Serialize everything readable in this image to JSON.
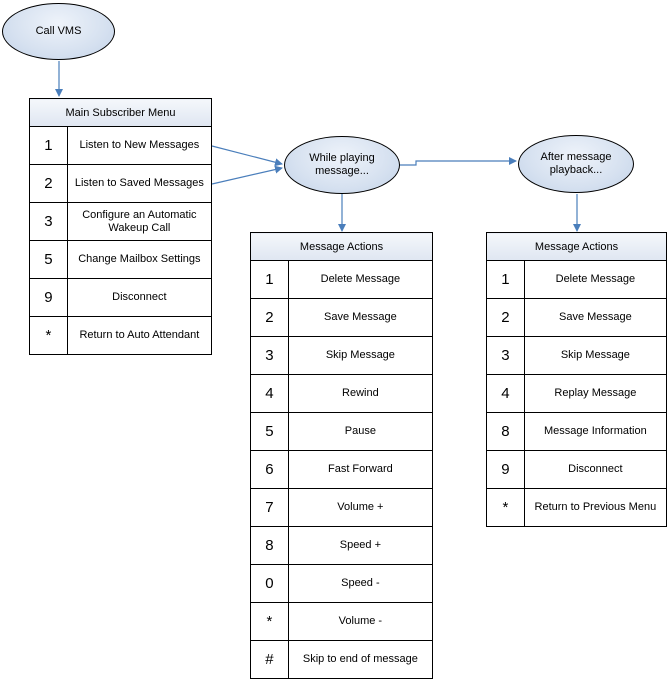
{
  "nodes": {
    "call_vms": "Call VMS",
    "while_playing": "While playing\nmessage...",
    "after_playback": "After message\nplayback..."
  },
  "main_menu": {
    "title": "Main Subscriber Menu",
    "rows": [
      {
        "key": "1",
        "label": "Listen to New Messages"
      },
      {
        "key": "2",
        "label": "Listen to Saved Messages"
      },
      {
        "key": "3",
        "label": "Configure an Automatic\nWakeup Call"
      },
      {
        "key": "5",
        "label": "Change Mailbox Settings"
      },
      {
        "key": "9",
        "label": "Disconnect"
      },
      {
        "key": "*",
        "label": "Return to Auto Attendant"
      }
    ]
  },
  "playing_actions": {
    "title": "Message Actions",
    "rows": [
      {
        "key": "1",
        "label": "Delete Message"
      },
      {
        "key": "2",
        "label": "Save Message"
      },
      {
        "key": "3",
        "label": "Skip Message"
      },
      {
        "key": "4",
        "label": "Rewind"
      },
      {
        "key": "5",
        "label": "Pause"
      },
      {
        "key": "6",
        "label": "Fast Forward"
      },
      {
        "key": "7",
        "label": "Volume +"
      },
      {
        "key": "8",
        "label": "Speed +"
      },
      {
        "key": "0",
        "label": "Speed -"
      },
      {
        "key": "*",
        "label": "Volume -"
      },
      {
        "key": "#",
        "label": "Skip to end of message"
      }
    ]
  },
  "after_actions": {
    "title": "Message Actions",
    "rows": [
      {
        "key": "1",
        "label": "Delete Message"
      },
      {
        "key": "2",
        "label": "Save Message"
      },
      {
        "key": "3",
        "label": "Skip Message"
      },
      {
        "key": "4",
        "label": "Replay Message"
      },
      {
        "key": "8",
        "label": "Message Information"
      },
      {
        "key": "9",
        "label": "Disconnect"
      },
      {
        "key": "*",
        "label": "Return to Previous Menu"
      }
    ]
  },
  "colors": {
    "connector": "#4a7ebb",
    "node_fill": "#d6e1f0"
  }
}
